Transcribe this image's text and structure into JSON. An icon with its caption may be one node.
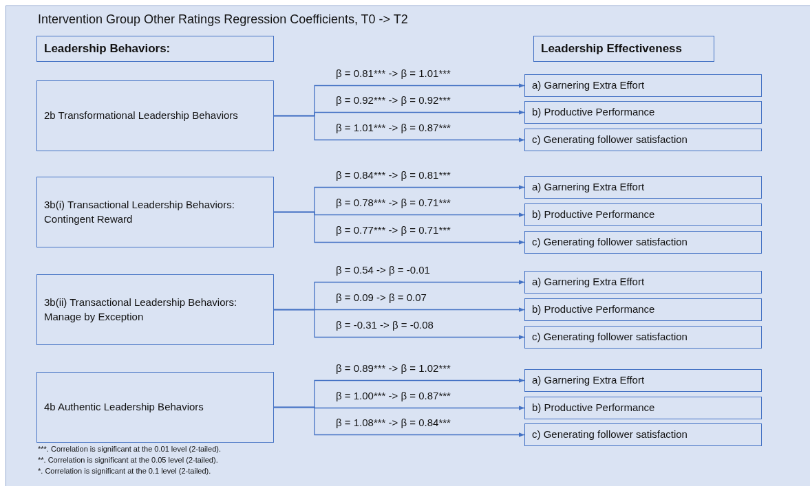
{
  "diagram": {
    "title": "Intervention Group Other Ratings Regression Coefficients, T0 -> T2",
    "nodes": [
      {
        "text": [
          "Leadership Behaviors:"
        ]
      },
      {
        "text": [
          "Leadership Effectiveness"
        ]
      },
      {
        "text": [
          "2b Transformational Leadership Behaviors"
        ]
      },
      {
        "text": [
          "a) Garnering Extra Effort"
        ]
      },
      {
        "text": [
          "b) Productive Performance"
        ]
      },
      {
        "text": [
          "c) Generating follower satisfaction"
        ]
      },
      {
        "text": [
          "3b(i) Transactional Leadership Behaviors: Contingent Reward"
        ]
      },
      {
        "text": [
          "a) Garnering Extra Effort"
        ]
      },
      {
        "text": [
          "b) Productive Performance"
        ]
      },
      {
        "text": [
          "c) Generating follower satisfaction"
        ]
      },
      {
        "text": [
          "3b(ii) Transactional Leadership Behaviors: Manage by Exception"
        ]
      },
      {
        "text": [
          "a) Garnering Extra Effort"
        ]
      },
      {
        "text": [
          "b) Productive Performance"
        ]
      },
      {
        "text": [
          "c) Generating follower satisfaction"
        ]
      },
      {
        "text": [
          "4b Authentic Leadership Behaviors"
        ]
      },
      {
        "text": [
          "a) Garnering Extra Effort"
        ]
      },
      {
        "text": [
          "b) Productive Performance"
        ]
      },
      {
        "text": [
          "c) Generating follower satisfaction"
        ]
      }
    ],
    "edges": [
      {
        "from": 2,
        "to": 3,
        "arrow": "to",
        "label": "β = 0.81*** -> β = 1.01***"
      },
      {
        "from": 2,
        "to": 4,
        "arrow": "to",
        "label": "β = 0.92*** -> β = 0.92***"
      },
      {
        "from": 2,
        "to": 5,
        "arrow": "to",
        "label": "β = 1.01*** -> β = 0.87***"
      },
      {
        "from": 6,
        "to": 7,
        "arrow": "to",
        "label": "β = 0.84*** -> β = 0.81***"
      },
      {
        "from": 6,
        "to": 8,
        "arrow": "to",
        "label": "β = 0.78*** -> β = 0.71***"
      },
      {
        "from": 6,
        "to": 9,
        "arrow": "to",
        "label": "β = 0.77*** -> β = 0.71***"
      },
      {
        "from": 10,
        "to": 11,
        "arrow": "to",
        "label": "β = 0.54 -> β = -0.01"
      },
      {
        "from": 10,
        "to": 12,
        "arrow": "to",
        "label": "β = 0.09 -> β = 0.07"
      },
      {
        "from": 10,
        "to": 13,
        "arrow": "to",
        "label": "β = -0.31 -> β = -0.08"
      },
      {
        "from": 14,
        "to": 15,
        "arrow": "to",
        "label": "β = 0.89*** -> β = 1.02***"
      },
      {
        "from": 14,
        "to": 16,
        "arrow": "to",
        "label": "β = 1.00*** -> β = 0.87***"
      },
      {
        "from": 14,
        "to": 17,
        "arrow": "to",
        "label": "β = 1.08*** -> β = 0.84***"
      }
    ],
    "labels": [
      "***. Correlation is significant at the 0.01 level (2-tailed).",
      "**. Correlation is significant at the 0.05 level (2-tailed).",
      "*. Correlation is significant at the 0.1 level (2-tailed)."
    ]
  }
}
